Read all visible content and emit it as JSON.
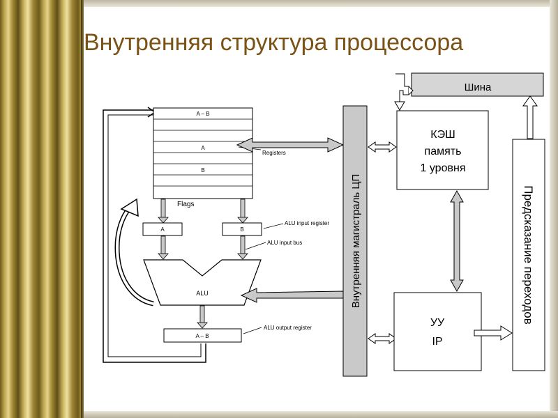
{
  "slide": {
    "title": "Внутренняя структура процессора"
  },
  "colors": {
    "title": "#7a5216",
    "gray_box": "#c9c9c9",
    "line": "#000000"
  },
  "diagram": {
    "registers": {
      "row1": "A – B",
      "row2": "A",
      "row3": "B",
      "label": "Registers"
    },
    "flags": "Flags",
    "alu_input_a": "A",
    "alu_input_b": "B",
    "alu_input_register_label": "ALU input register",
    "alu_input_bus_label": "ALU input bus",
    "alu": "ALU",
    "alu_output": "A – B",
    "alu_output_register_label": "ALU output register",
    "internal_bus": "Внутренняя магистраль ЦП",
    "bus": "Шина",
    "cache": {
      "line1": "КЭШ",
      "line2": "память",
      "line3": "1 уровня"
    },
    "control_unit": {
      "line1": "УУ",
      "line2": "IP"
    },
    "branch_prediction": "Предсказание переходов"
  }
}
